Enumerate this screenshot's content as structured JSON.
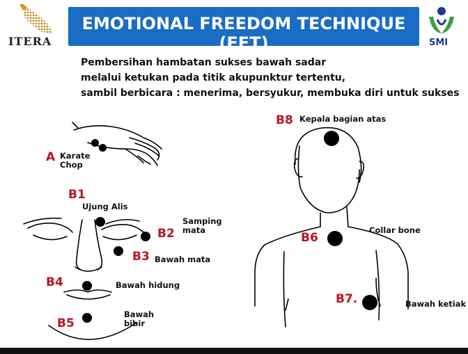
{
  "header": {
    "title": "EMOTIONAL FREEDOM TECHNIQUE (EFT)",
    "left_logo_text": "ITERA",
    "right_logo_text": "SMI",
    "title_bar_color": "#1a6cc4"
  },
  "intro": {
    "line1": "Pembersihan hambatan sukses bawah sadar",
    "line2": "melalui ketukan pada titik akupunktur tertentu,",
    "line3": "sambil berbicara : menerima, bersyukur, membuka diri untuk sukses"
  },
  "points": {
    "A": {
      "code": "A",
      "line1": "Karate",
      "line2": "Chop"
    },
    "B1": {
      "code": "B1",
      "label": "Ujung Alis"
    },
    "B2": {
      "code": "B2",
      "line1": "Samping",
      "line2": "mata"
    },
    "B3": {
      "code": "B3",
      "label": "Bawah mata"
    },
    "B4": {
      "code": "B4",
      "label": "Bawah  hidung"
    },
    "B5": {
      "code": "B5",
      "line1": "Bawah",
      "line2": "bibir"
    },
    "B6": {
      "code": "B6",
      "label": "Collar bone"
    },
    "B7": {
      "code": "B7.",
      "label": "Bawah ketiak"
    },
    "B8": {
      "code": "B8",
      "label": "Kepala bagian atas"
    }
  },
  "colors": {
    "label_red": "#b8161f",
    "dot": "#000000"
  }
}
